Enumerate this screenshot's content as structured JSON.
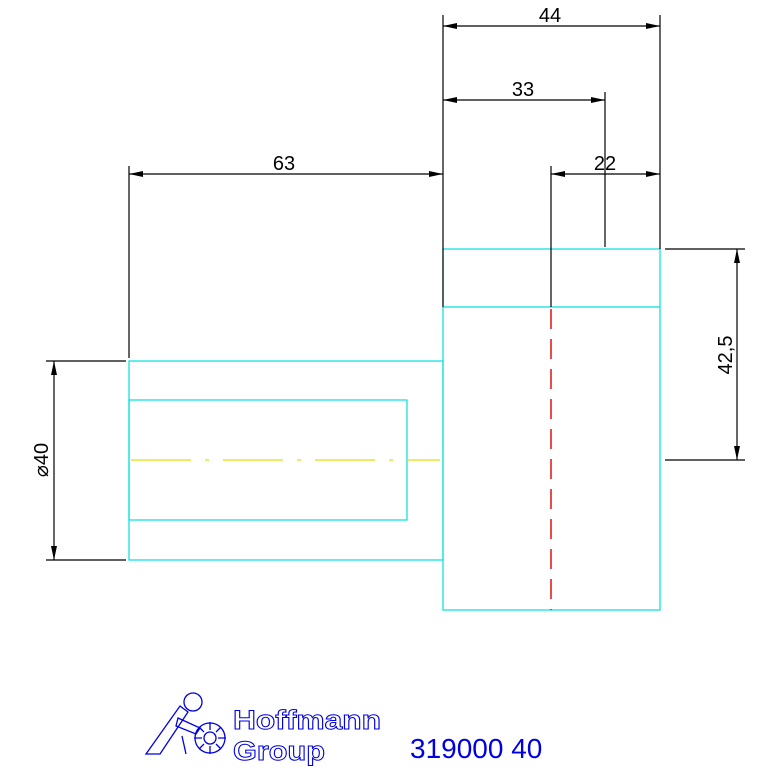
{
  "dimensions": {
    "top_width": "44",
    "mid_width": "33",
    "offset": "22",
    "left_length": "63",
    "height_right": "42,5",
    "diameter": "⌀40"
  },
  "logo": {
    "text_line1": "Hoffmann",
    "text_line2": "Group"
  },
  "part_number": "319000 40",
  "colors": {
    "outline": "#00e0e0",
    "dimension": "#000000",
    "centerline_horizontal": "#e0e000",
    "centerline_vertical": "#e00000",
    "brand": "#0000e0"
  }
}
